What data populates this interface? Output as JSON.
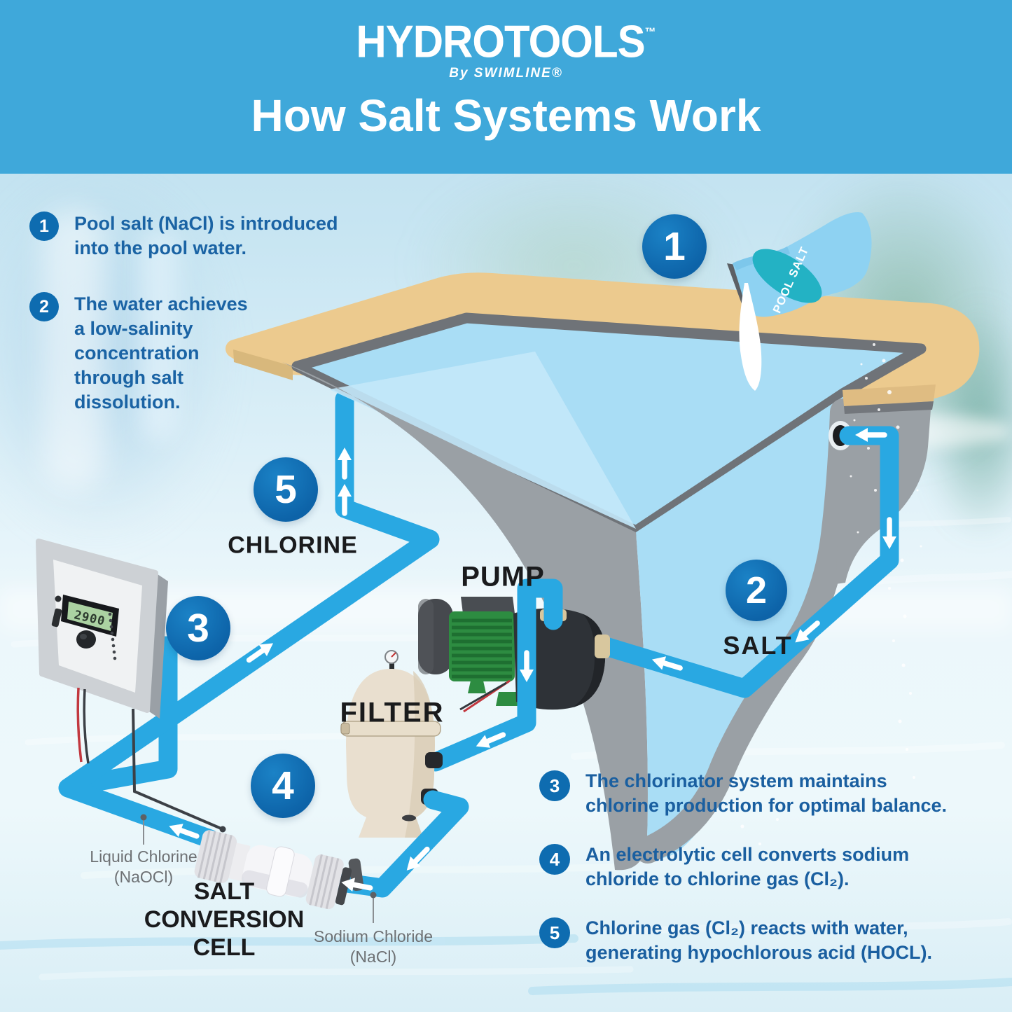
{
  "header": {
    "brand": "HYDROTOOLS",
    "brand_tm": "™",
    "brand_sub": "By SWIMLINE®",
    "title": "How Salt Systems Work"
  },
  "steps_left": [
    {
      "num": "1",
      "text": "Pool salt (NaCl) is introduced\ninto the pool water."
    },
    {
      "num": "2",
      "text": "The water achieves\na low-salinity\nconcentration\nthrough salt\ndissolution."
    }
  ],
  "steps_right": [
    {
      "num": "3",
      "text": "The chlorinator system maintains\nchlorine production for optimal balance."
    },
    {
      "num": "4",
      "text": "An electrolytic cell converts sodium\nchloride to chlorine gas (Cl₂)."
    },
    {
      "num": "5",
      "text": "Chlorine gas (Cl₂) reacts with water,\ngenerating hypochlorous acid (HOCL)."
    }
  ],
  "diagram": {
    "badge_numbers": [
      "1",
      "2",
      "3",
      "4",
      "5"
    ],
    "labels": {
      "chlorine": "CHLORINE",
      "pump": "PUMP",
      "filter": "FILTER",
      "salt": "SALT",
      "cell": "SALT\nCONVERSION\nCELL",
      "liquid_chlorine": "Liquid Chlorine\n(NaOCl)",
      "sodium_chloride": "Sodium Chloride\n(NaCl)"
    },
    "pool_salt_bag_label": "POOL SALT",
    "panel_display": "2900"
  },
  "colors": {
    "header_blue": "#3fa8da",
    "pipe_blue": "#29a8e2",
    "badge_blue": "#0e6cb0",
    "step_text_blue": "#1a63a4",
    "pool_water": "#a9ddf5",
    "deck_tan": "#ecca8e",
    "wall_gray": "#9aa0a5",
    "filter_beige": "#e9dfcf",
    "pump_green": "#2d8c41"
  }
}
